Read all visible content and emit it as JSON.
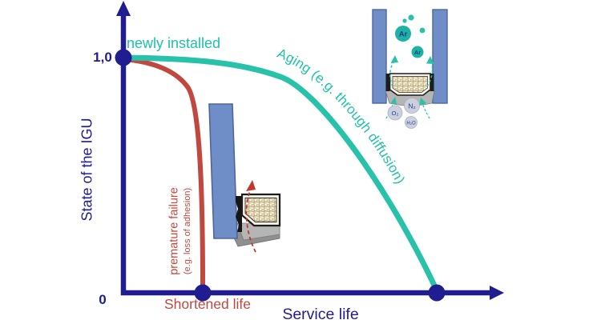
{
  "chart": {
    "y_axis": {
      "label": "State of the IGU",
      "tick_top": "1,0",
      "tick_origin": "0"
    },
    "x_axis": {
      "label": "Service life"
    },
    "labels": {
      "newly_installed": "newly installed",
      "aging_curve": "Aging (e.g. through diffusion)",
      "premature_line1": "premature failure",
      "premature_line2": "(e.g. loss of adhesion)",
      "shortened_life": "Shortened life"
    }
  },
  "illustration_labels": {
    "ar_large": "Ar",
    "ar_small": "Ar",
    "n2": "N₂",
    "o2": "O₂",
    "h2o": "H₂O"
  },
  "colors": {
    "navy": "#201d90",
    "teal": "#27c2a9",
    "red": "#c1483e",
    "glass_blue": "#6f8dc6",
    "glass_border": "#4e66a0",
    "seal_gray": "#b5b5b5",
    "seal_gray_dark": "#8f8f8f",
    "desiccant_bead": "#e7dbae",
    "gas_circle_gray": "#ccd0dd"
  },
  "chart_data": {
    "type": "line",
    "title": "",
    "xlabel": "Service life",
    "ylabel": "State of the IGU",
    "xlim": [
      0,
      1
    ],
    "ylim": [
      0,
      1
    ],
    "yticks": [
      {
        "value": 1.0,
        "label": "1,0"
      },
      {
        "value": 0,
        "label": "0"
      }
    ],
    "grid": false,
    "legend": "labels drawn on/along curves",
    "series": [
      {
        "name": "premature failure (e.g. loss of adhesion)",
        "color": "#c1483e",
        "x": [
          0,
          0.05,
          0.1,
          0.14,
          0.17,
          0.19,
          0.2,
          0.21,
          0.21
        ],
        "y": [
          1.0,
          0.99,
          0.97,
          0.92,
          0.83,
          0.7,
          0.55,
          0.3,
          0.0
        ]
      },
      {
        "name": "Aging (e.g. through diffusion)",
        "color": "#27c2a9",
        "x": [
          0,
          0.1,
          0.21,
          0.31,
          0.37,
          0.44,
          0.5,
          0.58,
          0.67,
          0.75,
          0.83
        ],
        "y": [
          1.0,
          1.0,
          0.98,
          0.96,
          0.9,
          0.78,
          0.64,
          0.49,
          0.31,
          0.13,
          0.0
        ]
      }
    ],
    "key_points": [
      {
        "x": 0,
        "y": 1.0,
        "label": "newly installed"
      },
      {
        "x": 0.21,
        "y": 0,
        "label": "Shortened life"
      },
      {
        "x": 0.83,
        "y": 0,
        "label": ""
      }
    ]
  }
}
